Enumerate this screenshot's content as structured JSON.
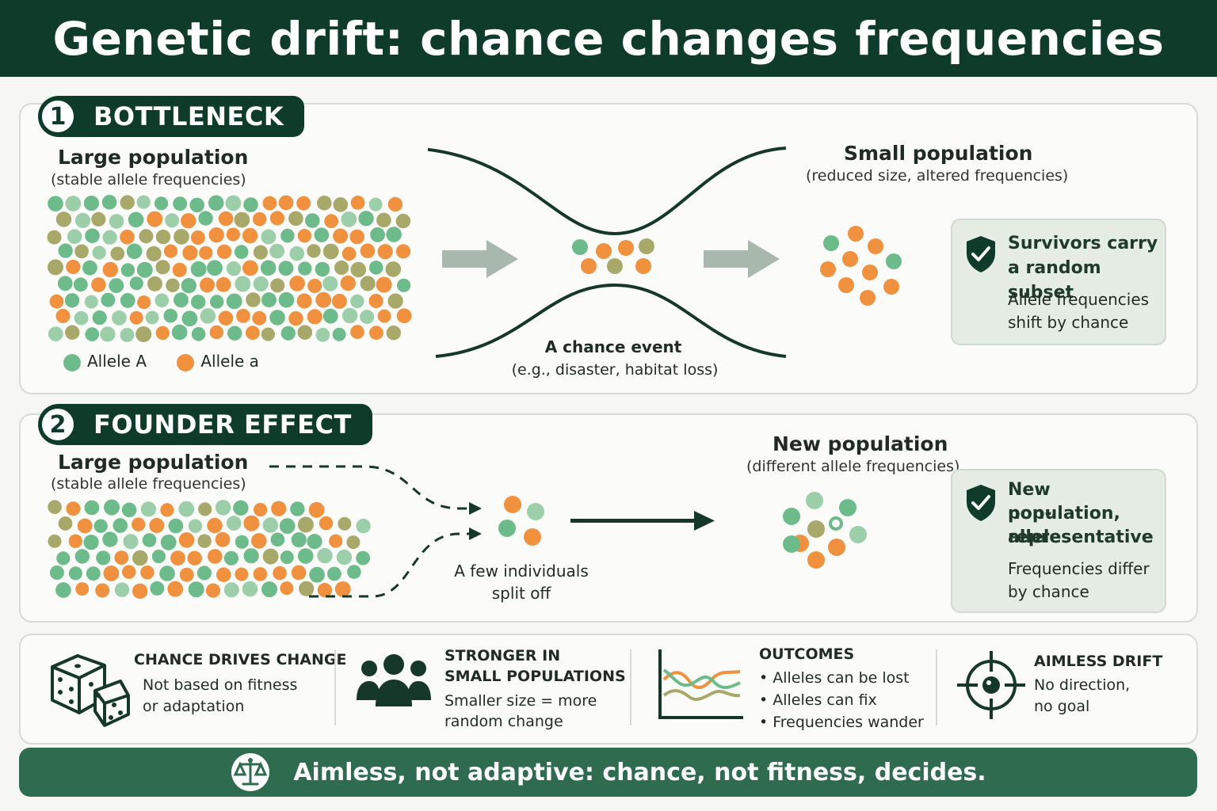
{
  "title": "Genetic drift: chance changes frequencies",
  "bottleneck": {
    "number": "1",
    "label": "BOTTLENECK",
    "large_title": "Large population",
    "large_sub": "(stable allele frequencies)",
    "legend_a": "Allele A",
    "legend_b": "Allele a",
    "event_title": "A chance event",
    "event_sub": "(e.g., disaster, habitat loss)",
    "small_title": "Small population",
    "small_sub": "(reduced size, altered frequencies)",
    "card_title_1": "Survivors carry",
    "card_title_2": "a random subset",
    "card_sub_1": "Allele frequencies",
    "card_sub_2": "shift by chance"
  },
  "founder": {
    "number": "2",
    "label": "FOUNDER EFFECT",
    "large_title": "Large population",
    "large_sub": "(stable allele frequencies)",
    "split_1": "A few individuals",
    "split_2": "split off",
    "new_title": "New population",
    "new_sub": "(different allele frequencies)",
    "card_title_1": "New population,",
    "card_title_2": "non-representative",
    "card_title_3": "alleles",
    "card_sub_1": "Frequencies differ",
    "card_sub_2": "by chance"
  },
  "facts": [
    {
      "icon": "dice-icon",
      "title_1": "CHANCE DRIVES CHANGE",
      "title_2": "",
      "line_1": "Not based on fitness",
      "line_2": "or adaptation",
      "line_3": ""
    },
    {
      "icon": "people-icon",
      "title_1": "STRONGER IN",
      "title_2": "SMALL POPULATIONS",
      "line_1": "Smaller size = more",
      "line_2": "random change",
      "line_3": ""
    },
    {
      "icon": "wandering-lines-chart-icon",
      "title_1": "OUTCOMES",
      "title_2": "",
      "line_1": "• Alleles can be lost",
      "line_2": "• Alleles can fix",
      "line_3": "• Frequencies wander"
    },
    {
      "icon": "crosshair-icon",
      "title_1": "AIMLESS DRIFT",
      "title_2": "",
      "line_1": "No direction,",
      "line_2": "no goal",
      "line_3": ""
    }
  ],
  "footer": "Aimless, not adaptive: chance, not fitness, decides.",
  "colors": {
    "dark_green": "#0f3b2b",
    "allele_A": "#6dbb8a",
    "allele_a": "#f0913f",
    "olive": "#a8a86a",
    "footer": "#2e6b4f",
    "arrow_gray": "#a9b8ad"
  }
}
